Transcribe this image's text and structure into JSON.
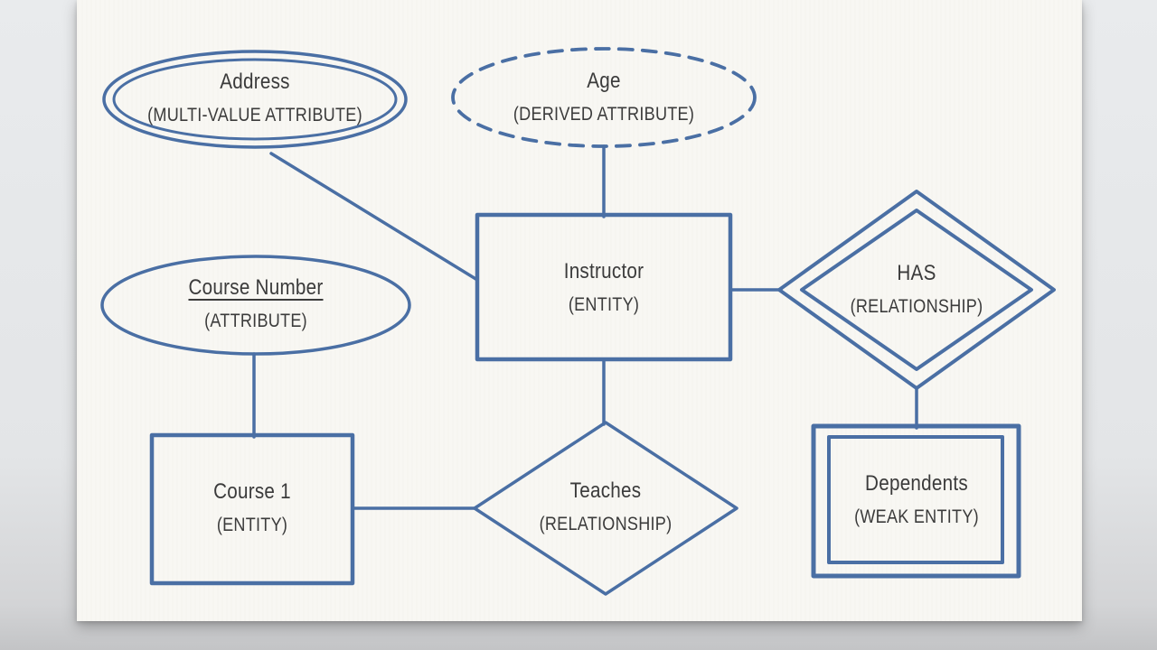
{
  "diagram": {
    "nodes": {
      "address": {
        "name": "Address",
        "type": "(MULTI-VALUE ATTRIBUTE)",
        "shape": "double-ellipse"
      },
      "age": {
        "name": "Age",
        "type": "(DERIVED ATTRIBUTE)",
        "shape": "dashed-ellipse"
      },
      "course_number": {
        "name": "Course Number",
        "type": "(ATTRIBUTE)",
        "shape": "ellipse",
        "key_underlined": true
      },
      "instructor": {
        "name": "Instructor",
        "type": "(ENTITY)",
        "shape": "rectangle"
      },
      "has": {
        "name": "HAS",
        "type": "(RELATIONSHIP)",
        "shape": "double-diamond"
      },
      "course_1": {
        "name": "Course 1",
        "type": "(ENTITY)",
        "shape": "rectangle"
      },
      "teaches": {
        "name": "Teaches",
        "type": "(RELATIONSHIP)",
        "shape": "diamond"
      },
      "dependents": {
        "name": "Dependents",
        "type": "(WEAK ENTITY)",
        "shape": "double-rectangle"
      }
    },
    "edges": [
      {
        "from": "Address",
        "to": "Instructor"
      },
      {
        "from": "Age",
        "to": "Instructor"
      },
      {
        "from": "Course Number",
        "to": "Course 1"
      },
      {
        "from": "Instructor",
        "to": "HAS"
      },
      {
        "from": "Instructor",
        "to": "Teaches"
      },
      {
        "from": "Course 1",
        "to": "Teaches"
      },
      {
        "from": "HAS",
        "to": "Dependents"
      }
    ],
    "colors": {
      "line": "#4a6fa4",
      "text": "#3b3b3b",
      "paper": "#f8f7f3",
      "background": "#e3e5e7"
    }
  }
}
